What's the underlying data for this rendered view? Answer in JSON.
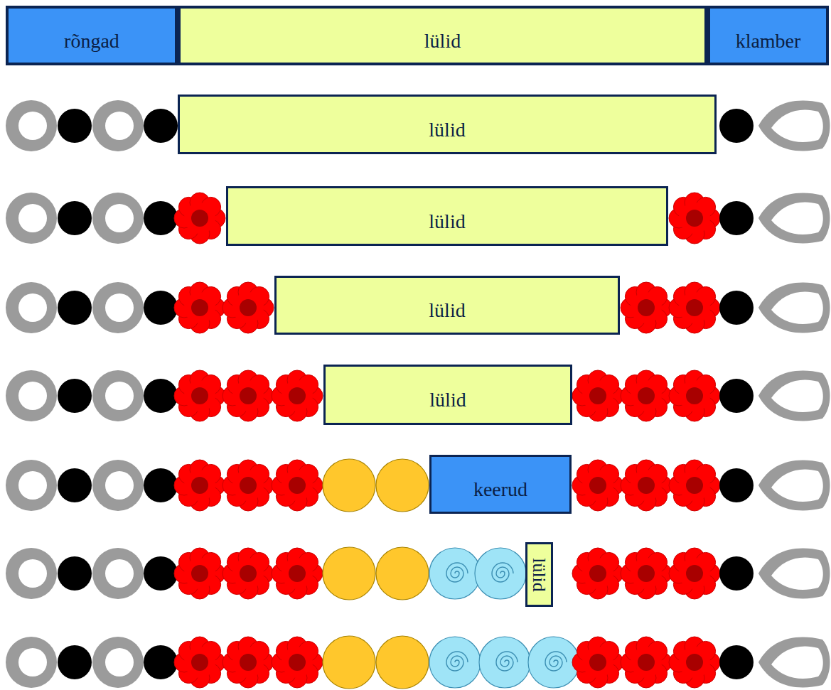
{
  "diagram": {
    "nodes": [
      {
        "text": [
          "rõngad"
        ]
      },
      {
        "text": [
          "lülid"
        ]
      },
      {
        "text": [
          "klamber"
        ]
      },
      {
        "text": [
          "lülid"
        ]
      },
      {
        "text": [
          "lülid"
        ]
      },
      {
        "text": [
          "lülid"
        ]
      },
      {
        "text": [
          "lülid"
        ]
      },
      {
        "text": [
          "keerud"
        ]
      },
      {
        "text": [
          "lülid"
        ]
      }
    ]
  }
}
